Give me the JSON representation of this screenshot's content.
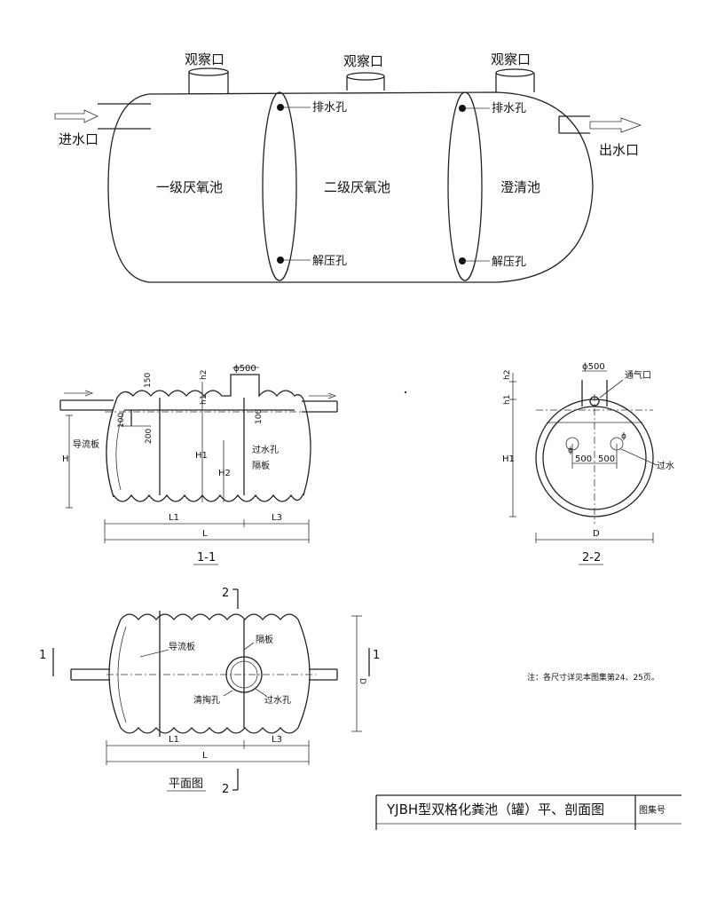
{
  "top": {
    "obs_port": "观察口",
    "inlet": "进水口",
    "outlet": "出水口",
    "chamber_1": "一级厌氧池",
    "chamber_2": "二级厌氧池",
    "chamber_3": "澄清池",
    "drain_hole": "排水孔",
    "relief_hole": "解压孔"
  },
  "section11": {
    "dia": "ϕ500",
    "d150": "150",
    "h2": "h2",
    "h1": "h1",
    "d100a": "100",
    "d100b": "100",
    "d200": "200",
    "H": "H",
    "H1": "H1",
    "H2": "H2",
    "guide_plate": "导流板",
    "pass_hole": "过水孔",
    "partition": "隔板",
    "L1": "L1",
    "L3": "L3",
    "L": "L",
    "title": "1-1"
  },
  "section22": {
    "dia": "ϕ500",
    "vent": "通气口",
    "h2": "h2",
    "h1": "h1",
    "H1": "H1",
    "d500a": "500",
    "d500b": "500",
    "pass_hole": "过水",
    "D": "D",
    "title": "2-2",
    "phi_a": "ϕ",
    "phi_b": "ϕ"
  },
  "plan": {
    "marker_2": "2",
    "marker_1": "1",
    "guide_plate": "导流板",
    "partition": "隔板",
    "cleanout": "清掏孔",
    "pass_hole": "过水孔",
    "D": "D",
    "L1": "L1",
    "L3": "L3",
    "L": "L",
    "title": "平面图"
  },
  "note": "注：各尺寸详见本图集第24、25页。",
  "title_block": {
    "title": "YJBH型双格化粪池（罐）平、剖面图",
    "atlas_label": "图集号"
  }
}
